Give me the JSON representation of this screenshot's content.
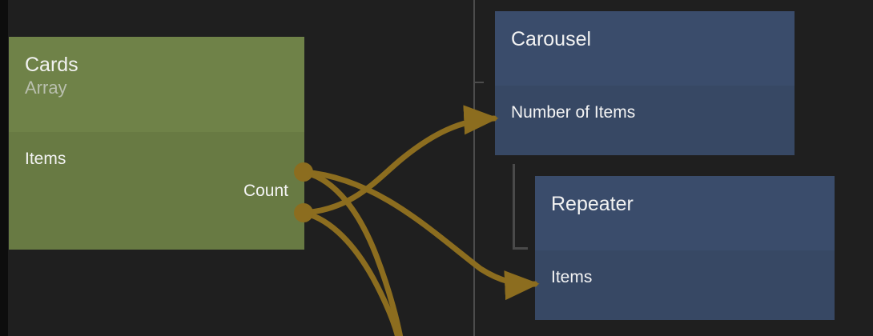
{
  "canvas": {
    "background_color": "#1f1f1f",
    "gutter_color": "#0d0d0d",
    "guide_line_color": "#555555",
    "bracket_color": "#4a4a4a"
  },
  "palette": {
    "green_header": "#6f8248",
    "green_body": "#687a43",
    "blue_header": "#3a4c6b",
    "blue_body": "#374864",
    "wire_gold": "#8c6d1f",
    "text_primary": "#f2f2f2",
    "text_muted": "#b9bfae"
  },
  "nodes": [
    {
      "id": "cards",
      "title": "Cards",
      "subtitle": "Array",
      "ports": [
        {
          "label": "Items",
          "side": "left",
          "has_dot": true
        },
        {
          "label": "Count",
          "side": "right",
          "has_dot": true
        }
      ]
    },
    {
      "id": "carousel",
      "title": "Carousel",
      "subtitle": "",
      "ports": [
        {
          "label": "Number of Items",
          "side": "left",
          "has_dot": false
        }
      ]
    },
    {
      "id": "repeater",
      "title": "Repeater",
      "subtitle": "",
      "ports": [
        {
          "label": "Items",
          "side": "left",
          "has_dot": false
        }
      ]
    }
  ],
  "connections": [
    {
      "from": "Count",
      "to": "Number of Items",
      "color": "#8c6d1f",
      "arrow": true
    },
    {
      "from": "Items",
      "to": "Items",
      "color": "#8c6d1f",
      "arrow": true
    },
    {
      "from": "Items",
      "to": "offscreen-below",
      "color": "#8c6d1f",
      "arrow": false
    },
    {
      "from": "Count",
      "to": "offscreen-below",
      "color": "#8c6d1f",
      "arrow": false
    }
  ]
}
